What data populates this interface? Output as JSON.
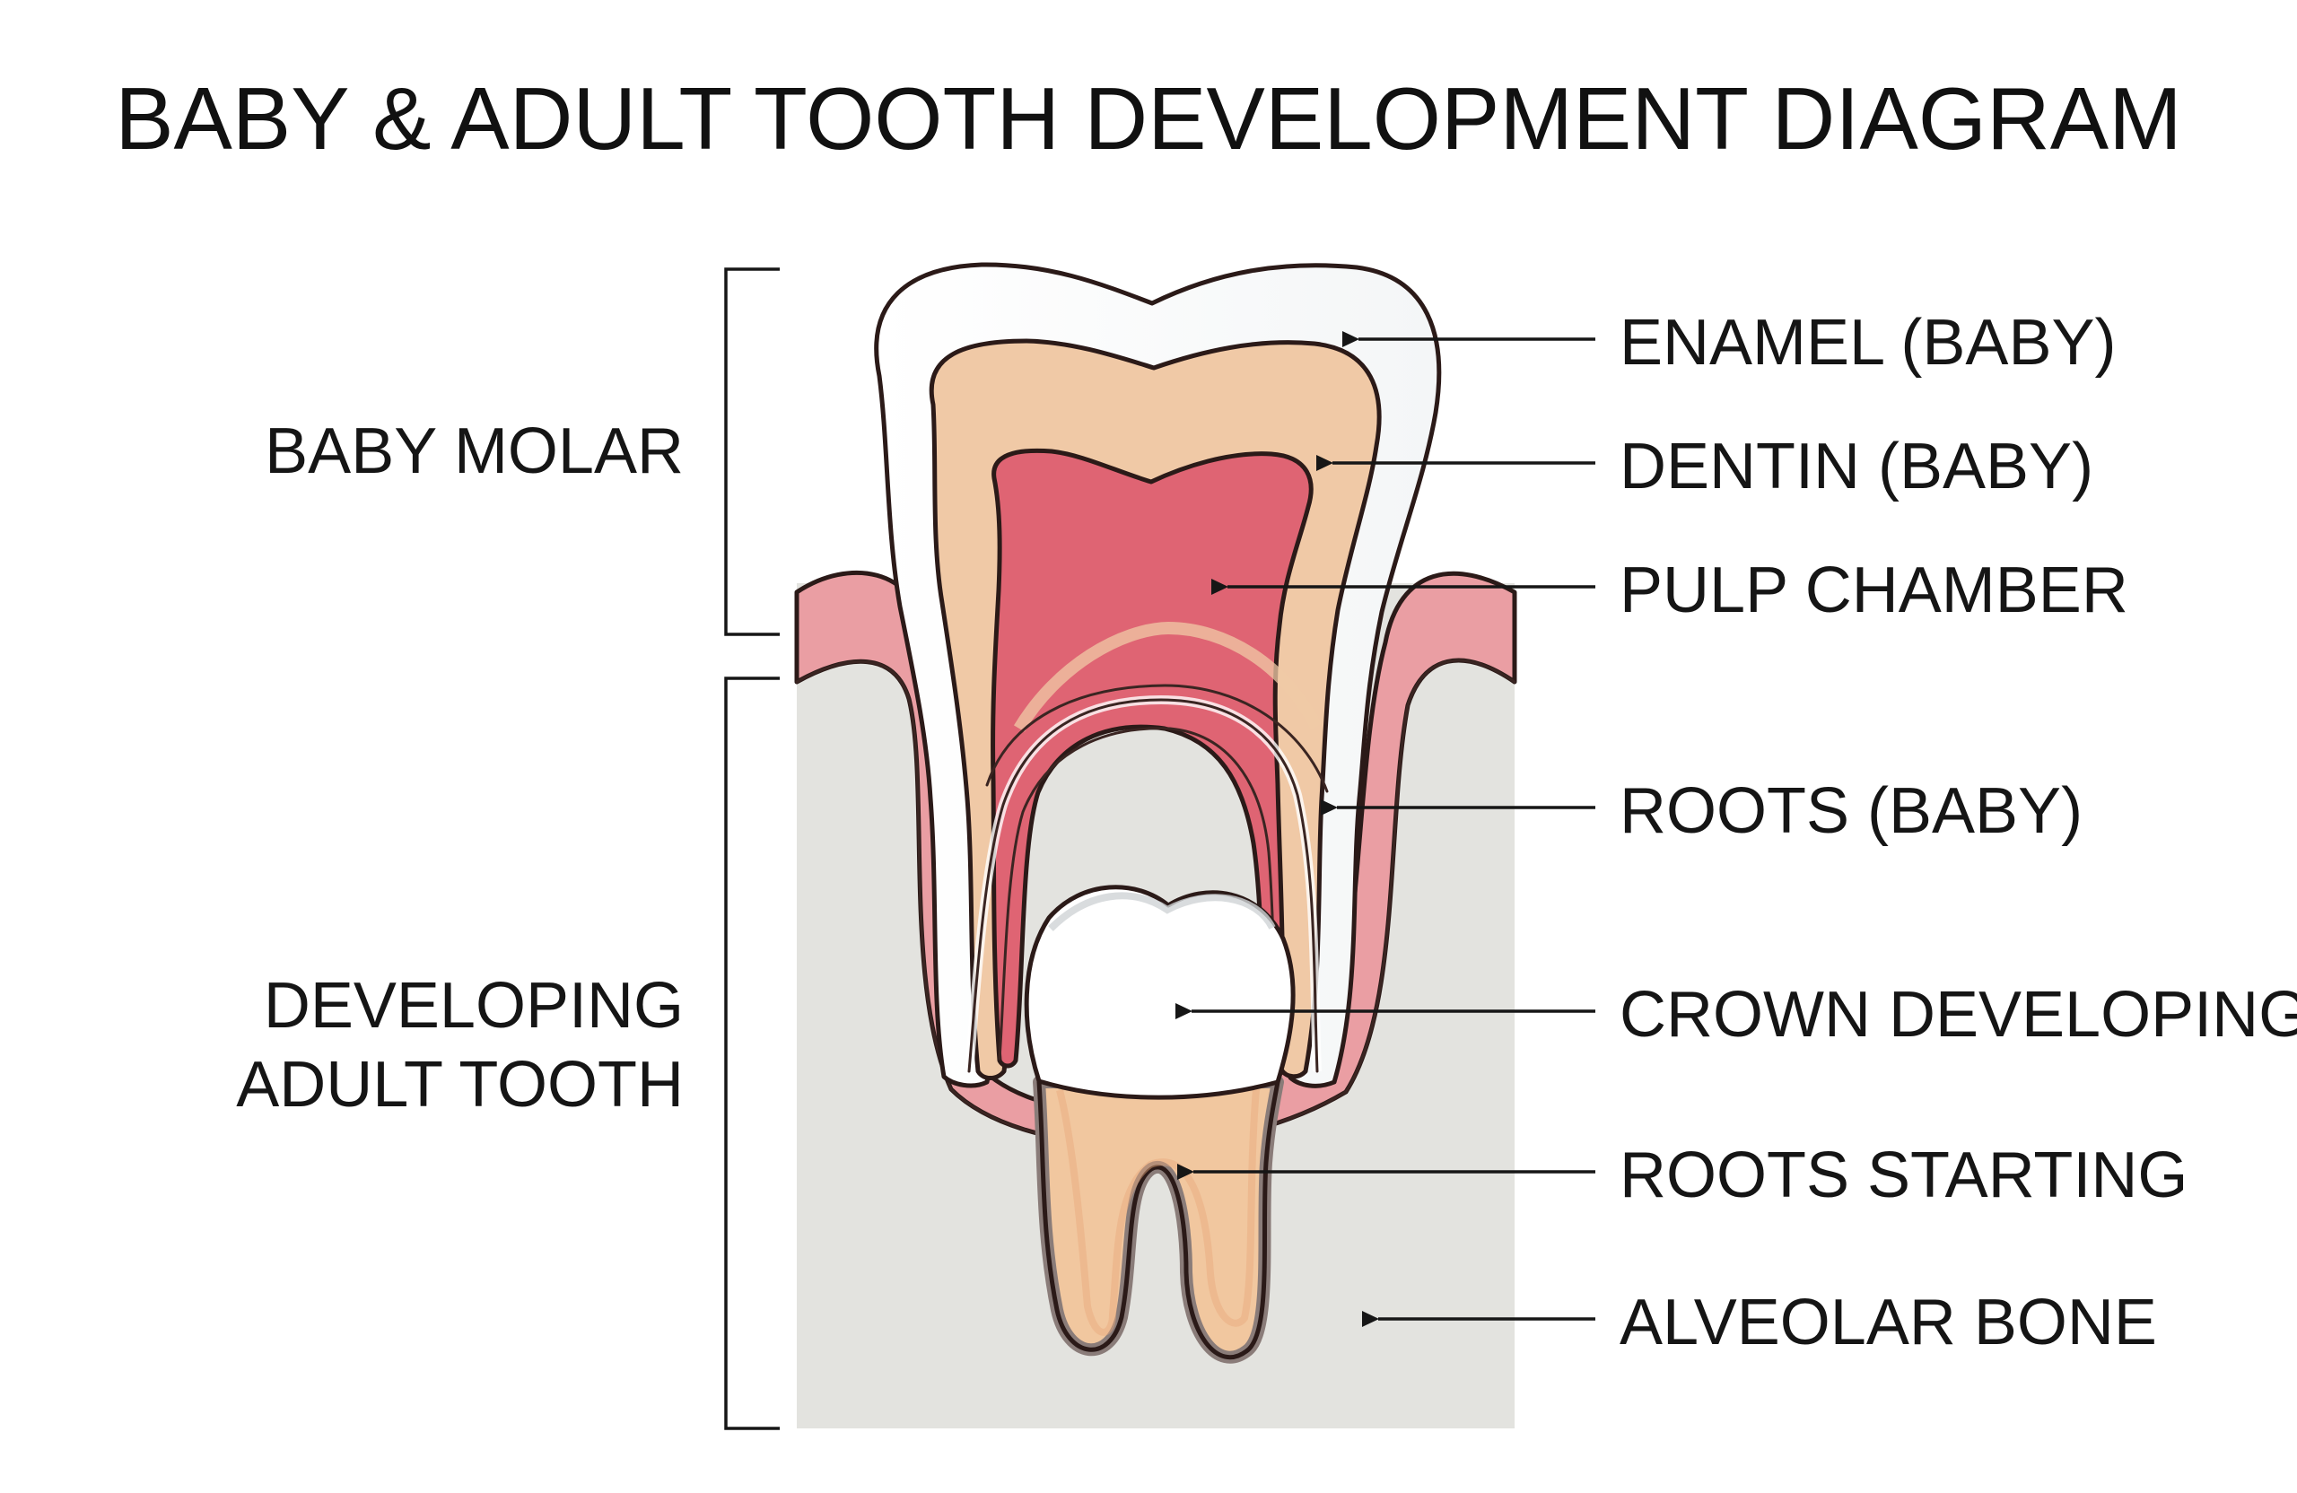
{
  "title": "BABY & ADULT TOOTH DEVELOPMENT DIAGRAM",
  "groups": {
    "baby_molar": "BABY MOLAR",
    "developing_adult_tooth": [
      "DEVELOPING",
      "ADULT TOOTH"
    ]
  },
  "labels": {
    "enamel_baby": "ENAMEL (BABY)",
    "dentin_baby": "DENTIN (BABY)",
    "pulp_chamber": "PULP CHAMBER",
    "roots_baby": "ROOTS (BABY)",
    "crown_developing": "CROWN DEVELOPING",
    "roots_starting": "ROOTS STARTING",
    "alveolar_bone": "ALVEOLAR BONE"
  },
  "colors": {
    "bone": "#e3e3df",
    "gum": "#ea9ea3",
    "enamel": "#fdfefe",
    "dentin": "#f0c9a6",
    "pulp": "#df6473",
    "adult_crown": "#ffffff",
    "adult_root": "#f1c79f",
    "line": "#2b1a18"
  }
}
